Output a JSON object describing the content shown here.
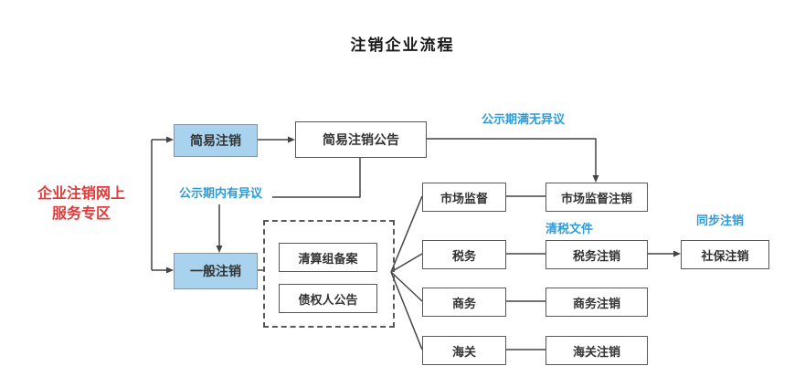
{
  "title": "注销企业流程",
  "portal": {
    "line1": "企业注销网上",
    "line2": "服务专区"
  },
  "nodes": {
    "simple_cancel": "简易注销",
    "simple_cancel_notice": "简易注销公告",
    "general_cancel": "一般注销",
    "liquidation_team_filing": "清算组备案",
    "creditor_announcement": "债权人公告",
    "market_supervision": "市场监督",
    "market_supervision_cancel": "市场监督注销",
    "tax": "税务",
    "tax_cancel": "税务注销",
    "commerce": "商务",
    "commerce_cancel": "商务注销",
    "customs": "海关",
    "customs_cancel": "海关注销",
    "social_security_cancel": "社保注销"
  },
  "edge_labels": {
    "no_objection_after_publicity": "公示期满无异议",
    "objection_during_publicity": "公示期内有异议",
    "tax_clearance_document": "清税文件",
    "synchronized_cancel": "同步注销"
  },
  "colors": {
    "node_highlight_fill": "#a8d2ee",
    "accent_blue_text": "#2e9bd6",
    "accent_red_text": "#e03a3a",
    "line_color": "#444444"
  }
}
